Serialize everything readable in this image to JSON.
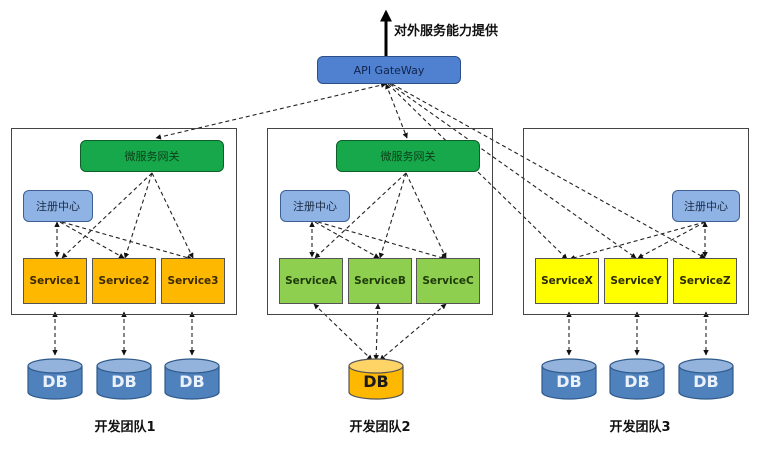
{
  "top": {
    "external_label": "对外服务能力提供",
    "api_gateway": "API GateWay"
  },
  "teams": [
    {
      "name": "开发团队1",
      "gateway": "微服务网关",
      "registry": "注册中心",
      "service_color": "#ffb800",
      "services": [
        "Service1",
        "Service2",
        "Service3"
      ],
      "databases": [
        "DB",
        "DB",
        "DB"
      ],
      "db_color": "#4f81bd",
      "db_topology": "one-per-service"
    },
    {
      "name": "开发团队2",
      "gateway": "微服务网关",
      "registry": "注册中心",
      "service_color": "#8fcf50",
      "services": [
        "ServiceA",
        "ServiceB",
        "ServiceC"
      ],
      "databases": [
        "DB"
      ],
      "db_color": "#ffb800",
      "db_topology": "shared"
    },
    {
      "name": "开发团队3",
      "gateway": null,
      "registry": "注册中心",
      "service_color": "#ffff00",
      "services": [
        "ServiceX",
        "ServiceY",
        "ServiceZ"
      ],
      "databases": [
        "DB",
        "DB",
        "DB"
      ],
      "db_color": "#4f81bd",
      "db_topology": "one-per-service"
    }
  ],
  "colors": {
    "api_gateway": "#4f81d0",
    "micro_gateway": "#16a84a",
    "registry": "#8eb3e4"
  }
}
